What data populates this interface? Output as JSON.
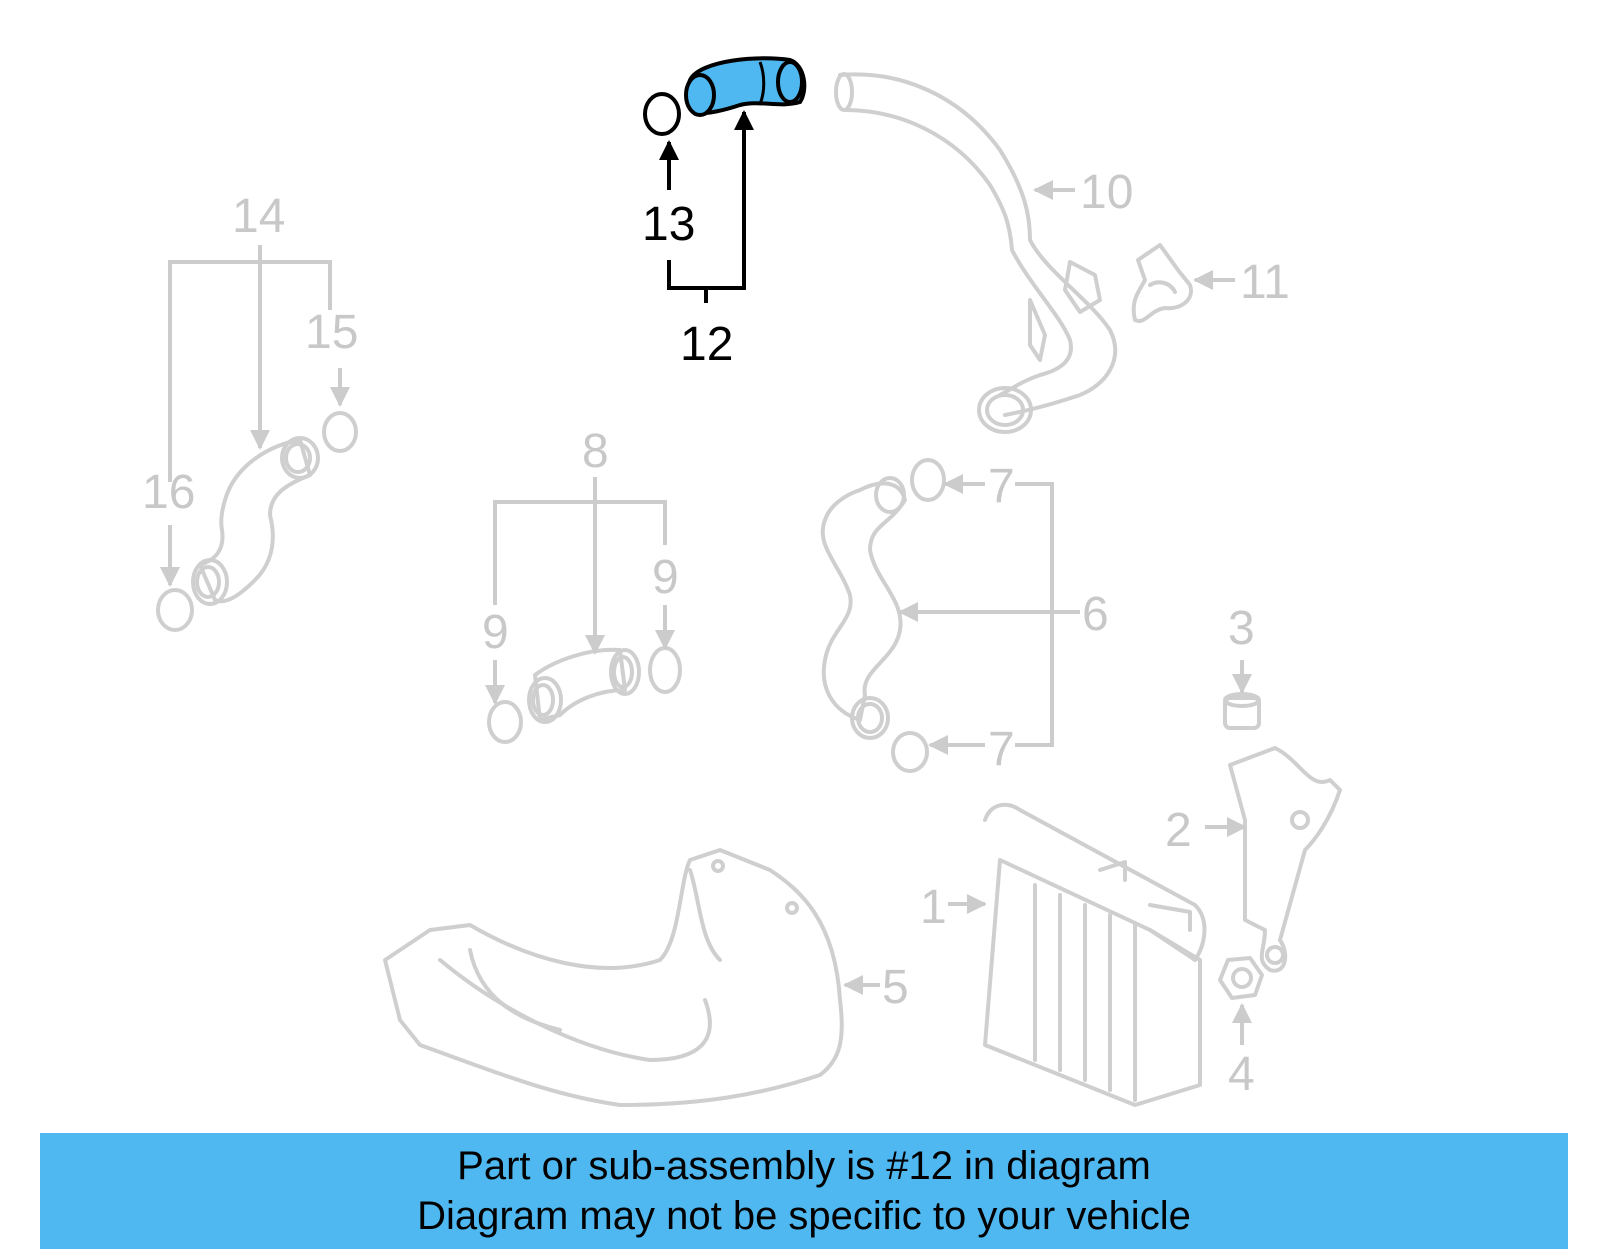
{
  "diagram": {
    "highlight_color": "#4fb8f0",
    "callouts": {
      "c1": "1",
      "c2": "2",
      "c3": "3",
      "c4": "4",
      "c5": "5",
      "c6": "6",
      "c7a": "7",
      "c7b": "7",
      "c8": "8",
      "c9a": "9",
      "c9b": "9",
      "c10": "10",
      "c11": "11",
      "c12": "12",
      "c13": "13",
      "c14": "14",
      "c15": "15",
      "c16": "16"
    }
  },
  "banner": {
    "line1": "Part or sub-assembly is #12 in diagram",
    "line2": "Diagram may not be specific to your vehicle"
  }
}
